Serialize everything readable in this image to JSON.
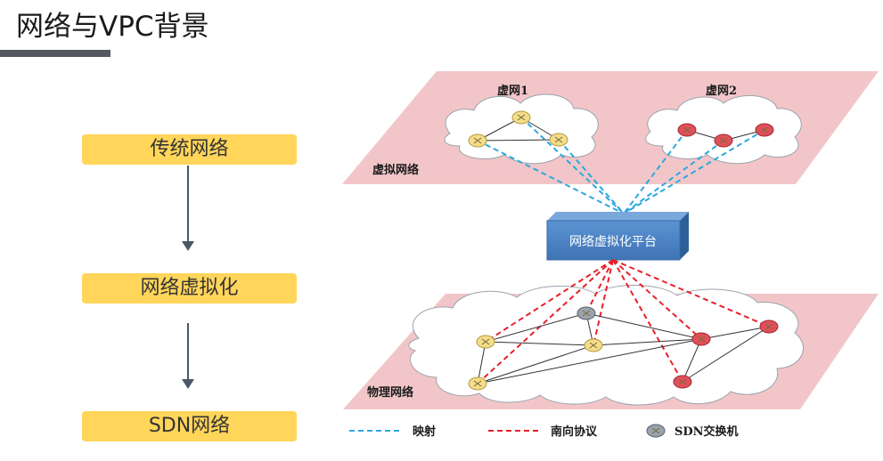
{
  "page_title": "网络与VPC背景",
  "flow": [
    "传统网络",
    "网络虚拟化",
    "SDN网络"
  ],
  "virtual_layer": {
    "label": "虚拟网络",
    "net1_label": "虚网1",
    "net2_label": "虚网2"
  },
  "platform": {
    "label": "网络虚拟化平台"
  },
  "physical_layer": {
    "label": "物理网络"
  },
  "legend": {
    "mapping": "映射",
    "southbound": "南向协议",
    "sdn_switch": "SDN交换机"
  },
  "colors": {
    "layer_fill": "#f2c6c8",
    "flow_box": "#ffd55a",
    "platform": "#4f86c6",
    "mapping_line": "#2aa7e0",
    "southbound_line": "#e8202a",
    "node_yellow": "#f3dc8a",
    "node_red": "#e0505a",
    "node_gray": "#9aa3ad"
  }
}
